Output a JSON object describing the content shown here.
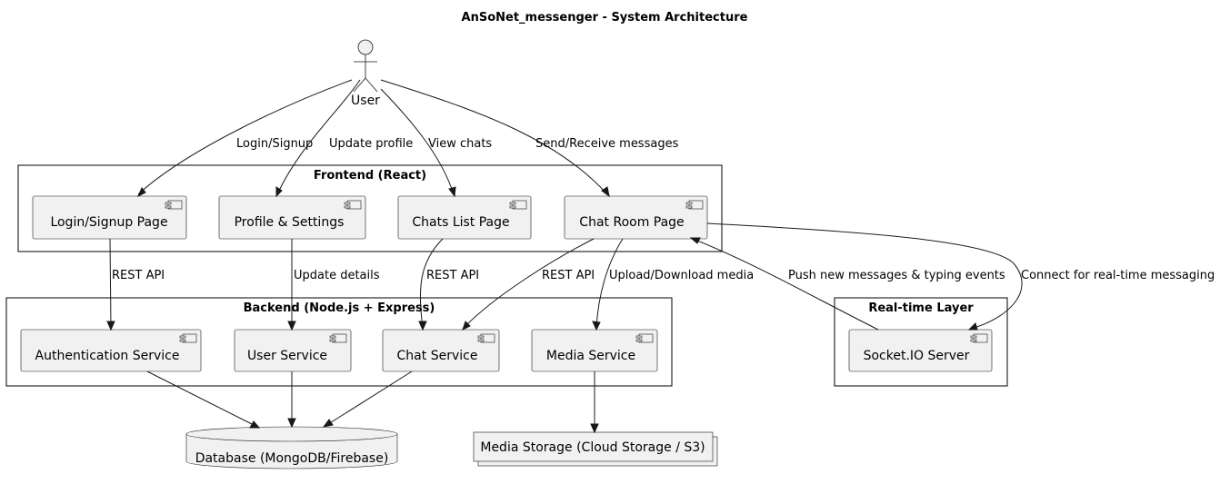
{
  "title": "AnSoNet_messenger - System Architecture",
  "actor": {
    "label": "User"
  },
  "packages": {
    "frontend": "Frontend (React)",
    "backend": "Backend (Node.js + Express)",
    "realtime": "Real-time Layer"
  },
  "components": {
    "login_page": "Login/Signup Page",
    "profile_settings": "Profile & Settings",
    "chats_list": "Chats List Page",
    "chat_room": "Chat Room Page",
    "auth_service": "Authentication Service",
    "user_service": "User Service",
    "chat_service": "Chat Service",
    "media_service": "Media Service",
    "socket_server": "Socket.IO Server"
  },
  "stores": {
    "database": "Database (MongoDB/Firebase)",
    "media_storage": "Media Storage (Cloud Storage / S3)"
  },
  "edges": {
    "user_login": "Login/Signup",
    "user_profile": "Update profile",
    "user_chats": "View chats",
    "user_chatroom": "Send/Receive messages",
    "login_auth": "REST API",
    "profile_user": "Update details",
    "chats_chat": "REST API",
    "chatroom_chat": "REST API",
    "chatroom_media": "Upload/Download media",
    "socket_chatroom": "Push new messages & typing events",
    "chatroom_socket": "Connect for real-time messaging"
  }
}
